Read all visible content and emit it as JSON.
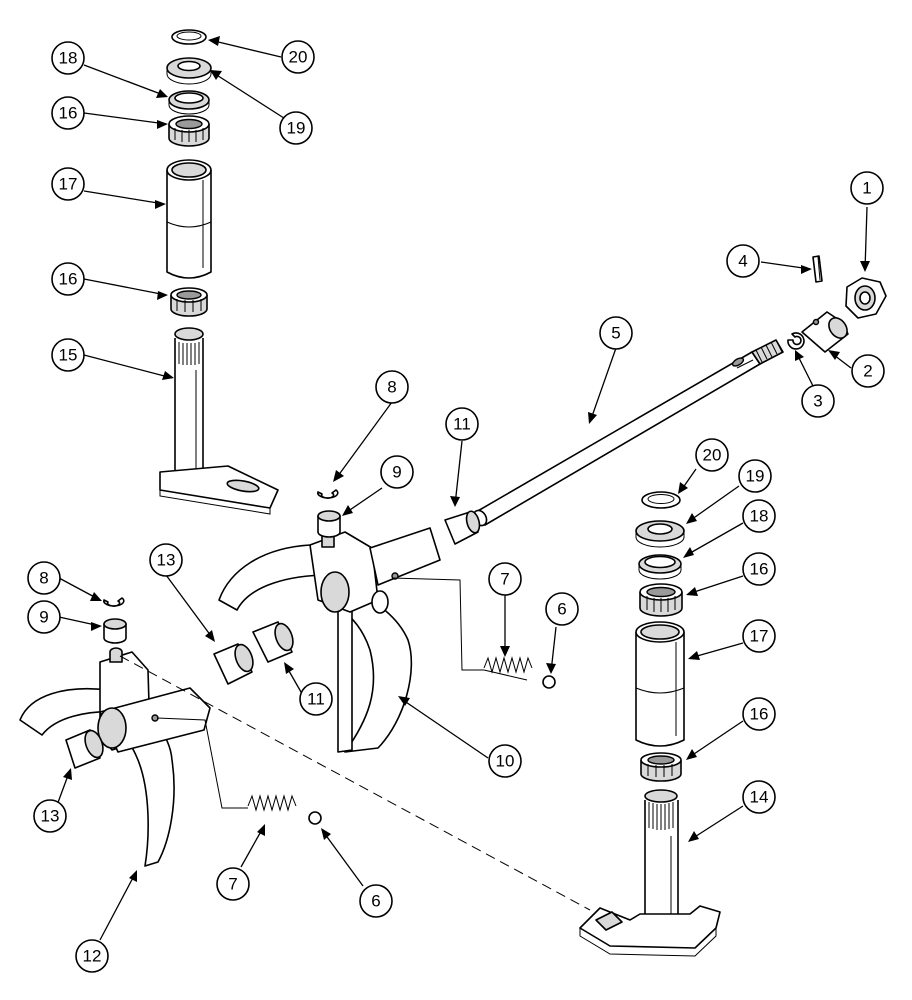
{
  "callouts": [
    {
      "id": "c1",
      "label": "1"
    },
    {
      "id": "c2",
      "label": "2"
    },
    {
      "id": "c3",
      "label": "3"
    },
    {
      "id": "c4",
      "label": "4"
    },
    {
      "id": "c5",
      "label": "5"
    },
    {
      "id": "c6a",
      "label": "6"
    },
    {
      "id": "c6b",
      "label": "6"
    },
    {
      "id": "c7a",
      "label": "7"
    },
    {
      "id": "c7b",
      "label": "7"
    },
    {
      "id": "c8a",
      "label": "8"
    },
    {
      "id": "c8b",
      "label": "8"
    },
    {
      "id": "c9a",
      "label": "9"
    },
    {
      "id": "c9b",
      "label": "9"
    },
    {
      "id": "c10",
      "label": "10"
    },
    {
      "id": "c11a",
      "label": "11"
    },
    {
      "id": "c11b",
      "label": "11"
    },
    {
      "id": "c12",
      "label": "12"
    },
    {
      "id": "c13a",
      "label": "13"
    },
    {
      "id": "c13b",
      "label": "13"
    },
    {
      "id": "c14",
      "label": "14"
    },
    {
      "id": "c15",
      "label": "15"
    },
    {
      "id": "c16a",
      "label": "16"
    },
    {
      "id": "c16b",
      "label": "16"
    },
    {
      "id": "c16c",
      "label": "16"
    },
    {
      "id": "c16d",
      "label": "16"
    },
    {
      "id": "c17a",
      "label": "17"
    },
    {
      "id": "c17b",
      "label": "17"
    },
    {
      "id": "c18a",
      "label": "18"
    },
    {
      "id": "c18b",
      "label": "18"
    },
    {
      "id": "c19a",
      "label": "19"
    },
    {
      "id": "c19b",
      "label": "19"
    },
    {
      "id": "c20a",
      "label": "20"
    },
    {
      "id": "c20b",
      "label": "20"
    }
  ]
}
